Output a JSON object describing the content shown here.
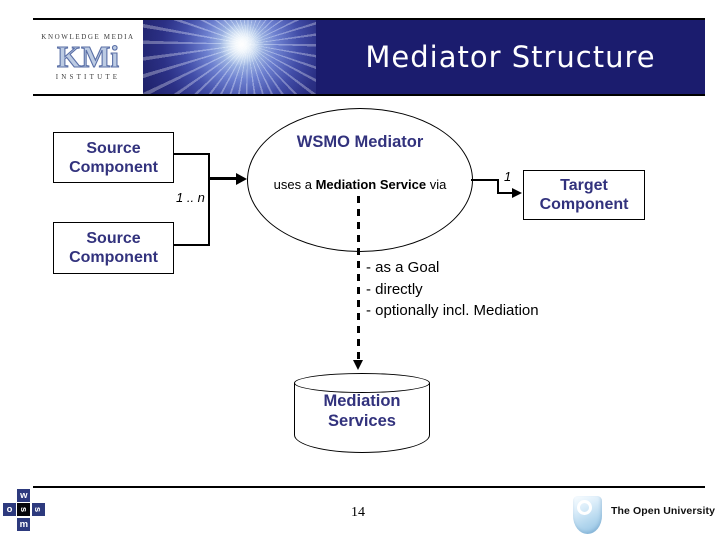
{
  "slide": {
    "title": "Mediator Structure"
  },
  "header": {
    "kmi": {
      "top": "KNOWLEDGE MEDIA",
      "main": "KMi",
      "bottom": "INSTITUTE"
    }
  },
  "diagram": {
    "source_top": "Source Component",
    "source_bottom": "Source Component",
    "cardinality_sources": "1 .. n",
    "cardinality_target": "1",
    "mediator_title": "WSMO Mediator",
    "uses_prefix": "uses a ",
    "uses_bold": "Mediation Service",
    "uses_suffix": " via",
    "target": "Target Component",
    "options": [
      "- as a Goal",
      "- directly",
      "- optionally incl. Mediation"
    ],
    "services": "Mediation Services"
  },
  "footer": {
    "page_number": "14",
    "ou_label": "The Open University",
    "wsmo": {
      "top": "w",
      "left": "o",
      "center": "s",
      "right": "s",
      "bottom": "m"
    }
  },
  "colors": {
    "title_bar": "#1b1c6e",
    "diagram_text": "#32327d",
    "logo_navy": "#2d3a7e"
  }
}
